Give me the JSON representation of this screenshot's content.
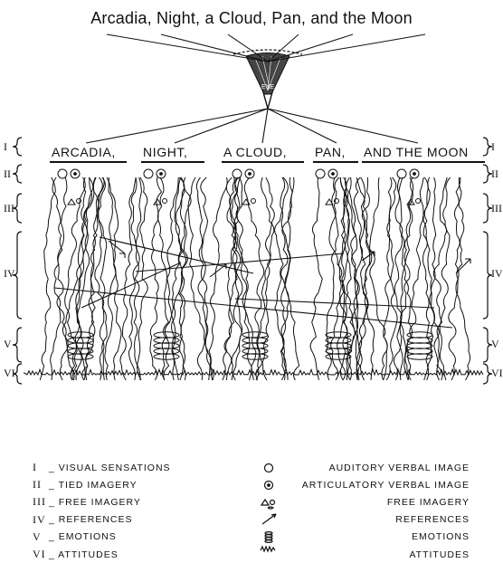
{
  "title": "Arcadia, Night, a Cloud, Pan, and the Moon",
  "eye_label": "EYE",
  "words": [
    "ARCADIA,",
    "NIGHT,",
    "A CLOUD,",
    "PAN,",
    "AND THE MOON"
  ],
  "level_labels": [
    "I",
    "II",
    "III",
    "IV",
    "V",
    "VI"
  ],
  "legend_left": [
    {
      "numeral": "I",
      "label": "_ VISUAL SENSATIONS"
    },
    {
      "numeral": "II",
      "label": "_ TIED IMAGERY"
    },
    {
      "numeral": "III",
      "label": "_ FREE IMAGERY"
    },
    {
      "numeral": "IV",
      "label": "_ REFERENCES"
    },
    {
      "numeral": "V",
      "label": "_ EMOTIONS"
    },
    {
      "numeral": "VI",
      "label": "_ ATTITUDES"
    }
  ],
  "legend_right": [
    {
      "symbol": "open-circle-icon",
      "label": "AUDITORY VERBAL IMAGE"
    },
    {
      "symbol": "dotted-circle-icon",
      "label": "ARTICULATORY VERBAL IMAGE"
    },
    {
      "symbol": "free-imagery-icon",
      "label": "FREE IMAGERY"
    },
    {
      "symbol": "arrow-icon",
      "label": "REFERENCES"
    },
    {
      "symbol": "coil-icon",
      "label": "EMOTIONS"
    },
    {
      "symbol": "zigzag-icon",
      "label": "ATTITUDES"
    }
  ]
}
